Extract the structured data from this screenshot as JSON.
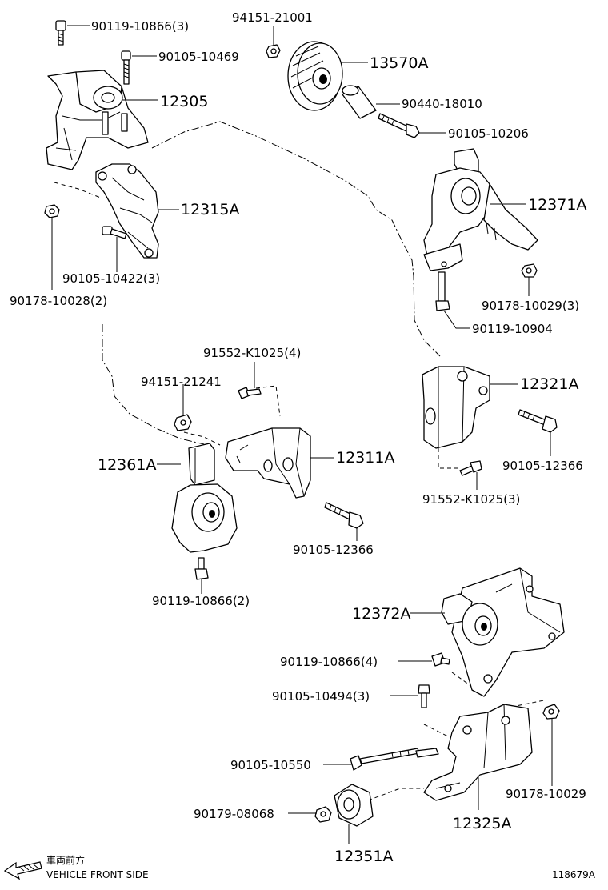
{
  "diagram": {
    "labels": {
      "p90119_10866_3": "90119-10866(3)",
      "p94151_21001": "94151-21001",
      "p90105_10469": "90105-10469",
      "p13570A": "13570A",
      "p12305": "12305",
      "p90440_18010": "90440-18010",
      "p90105_10206": "90105-10206",
      "p12315A": "12315A",
      "p12371A": "12371A",
      "p90105_10422_3": "90105-10422(3)",
      "p90178_10028_2": "90178-10028(2)",
      "p90178_10029_3": "90178-10029(3)",
      "p90119_10904": "90119-10904",
      "p91552_K1025_4": "91552-K1025(4)",
      "p94151_21241": "94151-21241",
      "p12321A": "12321A",
      "p12361A": "12361A",
      "p12311A": "12311A",
      "p90105_12366_a": "90105-12366",
      "p91552_K1025_3": "91552-K1025(3)",
      "p90105_12366_b": "90105-12366",
      "p90119_10866_2": "90119-10866(2)",
      "p12372A": "12372A",
      "p90119_10866_4": "90119-10866(4)",
      "p90105_10494_3": "90105-10494(3)",
      "p90105_10550": "90105-10550",
      "p90178_10029": "90178-10029",
      "p90179_08068": "90179-08068",
      "p12325A": "12325A",
      "p12351A": "12351A"
    },
    "footer": {
      "jp_text": "車両前方",
      "direction_text": "VEHICLE FRONT SIDE",
      "figure_id": "118679A"
    }
  }
}
